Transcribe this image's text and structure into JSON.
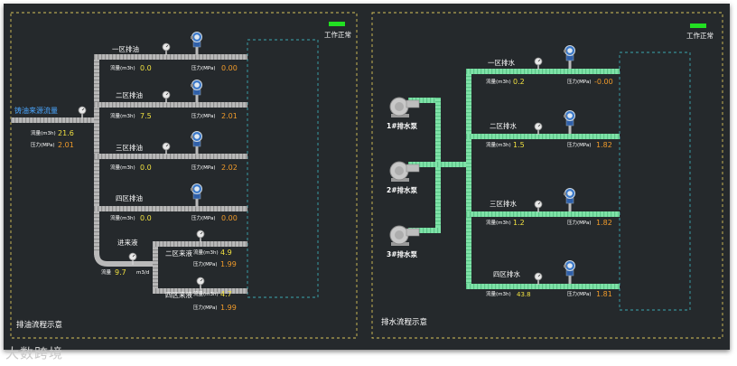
{
  "colors": {
    "background": "#25292c",
    "panel_border": "#d8c25a",
    "pipe_gray": "#b9b9b9",
    "pipe_green": "#7fe3a8",
    "status_green": "#22e022",
    "value_yellow": "#f0e040",
    "value_orange": "#f09a2a",
    "label_white": "#ffffff",
    "source_label": "#4aa6ff"
  },
  "oil": {
    "title": "排油流程示意",
    "status": "工作正常",
    "source": {
      "label": "铸油来源流量",
      "flow_label": "流量(m3h)",
      "flow_value": "21.6",
      "pressure_label": "压力(MPa)",
      "pressure_value": "2.01"
    },
    "zones": [
      {
        "label": "一区排油",
        "flow_label": "流量(m3h)",
        "flow_value": "0.0",
        "pressure_label": "压力(MPa)",
        "pressure_value": "0.00"
      },
      {
        "label": "二区排油",
        "flow_label": "流量(m3h)",
        "flow_value": "7.5",
        "pressure_label": "压力(MPa)",
        "pressure_value": "2.01"
      },
      {
        "label": "三区排油",
        "flow_label": "流量(m3h)",
        "flow_value": "0.0",
        "pressure_label": "压力(MPa)",
        "pressure_value": "2.02"
      },
      {
        "label": "四区排油",
        "flow_label": "流量(m3h)",
        "flow_value": "0.0",
        "pressure_label": "压力(MPa)",
        "pressure_value": "0.00"
      }
    ],
    "inflow": {
      "label": "进来液",
      "flow_label": "流量",
      "flow_value": "9.7",
      "unit": "m3/d"
    },
    "sub_zones": [
      {
        "label": "二区来液",
        "flow_label": "流量(m3h)",
        "flow_value": "4.9",
        "pressure_label": "压力(MPa)",
        "pressure_value": "1.99"
      },
      {
        "label": "四区来液",
        "flow_label": "流量(m3h)",
        "flow_value": "4.7",
        "pressure_label": "压力(MPa)",
        "pressure_value": "1.99"
      }
    ]
  },
  "water": {
    "title": "排水流程示意",
    "status": "工作正常",
    "pumps": [
      "1#排水泵",
      "2#排水泵",
      "3#排水泵"
    ],
    "zones": [
      {
        "label": "一区排水",
        "flow_label": "流量(m3h)",
        "flow_value": "0.2",
        "pressure_label": "压力(MPa)",
        "pressure_value": "-0.00"
      },
      {
        "label": "二区排水",
        "flow_label": "流量(m3h)",
        "flow_value": "1.5",
        "pressure_label": "压力(MPa)",
        "pressure_value": "1.82"
      },
      {
        "label": "三区排水",
        "flow_label": "流量(m3h)",
        "flow_value": "1.2",
        "pressure_label": "压力(MPa)",
        "pressure_value": "1.82"
      },
      {
        "label": "四区排水",
        "flow_label": "流量(m3h)",
        "flow_value": "43.8",
        "pressure_label": "压力(MPa)",
        "pressure_value": "1.81"
      }
    ]
  },
  "watermark": "大数跨境",
  "icons": {
    "meter": "pressure-gauge-icon",
    "transmitter": "pressure-transmitter-icon",
    "pump": "pump-icon",
    "status": "status-indicator-icon"
  }
}
